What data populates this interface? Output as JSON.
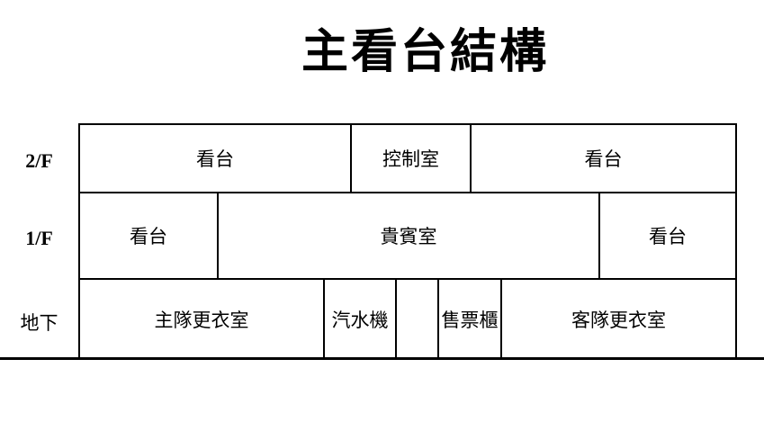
{
  "page": {
    "background": "#ffffff",
    "line_color": "#000000",
    "text_color": "#000000"
  },
  "title": "主看台結構",
  "floors": [
    {
      "label": "2/F",
      "cells": [
        "看台",
        "控制室",
        "看台"
      ]
    },
    {
      "label": "1/F",
      "cells": [
        "看台",
        "貴賓室",
        "看台"
      ]
    },
    {
      "label": "地下",
      "cells": [
        "主隊更衣室",
        "汽水機",
        "",
        "售票櫃",
        "客隊更衣室"
      ]
    }
  ]
}
